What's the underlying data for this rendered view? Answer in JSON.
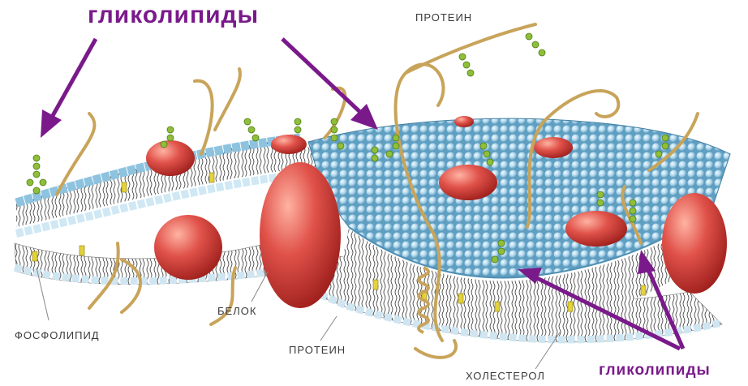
{
  "labels": {
    "glycolipids_top": "гликолипиды",
    "protein_top": "ПРОТЕИН",
    "phospholipid": "ФОСФОЛИПИД",
    "belok": "БЕЛОК",
    "protein_bottom": "ПРОТЕИН",
    "cholesterol": "ХОЛЕСТЕРОЛ",
    "glycolipids_bottom": "гликолипиды"
  },
  "colors": {
    "annotation": "#7a1a8a",
    "head": "#a9d3ea",
    "protein": "#d8453f",
    "cholesterol": "#e4d23a",
    "sugar": "#8fbf3a",
    "strand": "#c8a45a"
  }
}
